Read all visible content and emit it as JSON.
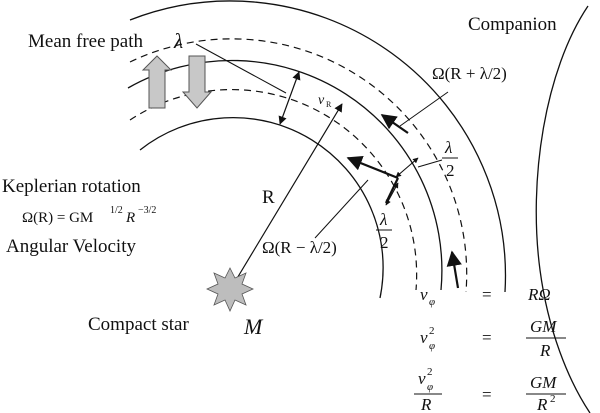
{
  "labels": {
    "mean_free_path": "Mean free path",
    "lambda": "λ",
    "companion": "Companion",
    "keplerian_rotation": "Keplerian rotation",
    "omega_R_lhs": "Ω(R) = GM",
    "omega_R_exp1": "1/2",
    "omega_R_mid": "R",
    "omega_R_exp2": "−3/2",
    "angular_velocity": "Angular Velocity",
    "radius": "R",
    "compact_star": "Compact star",
    "mass": "M",
    "v_R": "v",
    "v_R_sub": "R",
    "omega_plus": "Ω(R + λ/2)",
    "omega_minus": "Ω(R − λ/2)",
    "lambda_half_num": "λ",
    "lambda_half_den": "2"
  },
  "equations": {
    "eq1_lhs": "v",
    "eq1_sub": "φ",
    "eq1_eq": "=",
    "eq1_rhs": "RΩ",
    "eq2_lhs": "v",
    "eq2_sup": "2",
    "eq2_sub": "φ",
    "eq2_eq": "=",
    "eq2_num": "GM",
    "eq2_den": "R",
    "eq3_lhs_num": "v",
    "eq3_lhs_sup": "2",
    "eq3_lhs_sub": "φ",
    "eq3_lhs_den": "R",
    "eq3_eq": "=",
    "eq3_num": "GM",
    "eq3_den": "R",
    "eq3_den_sup": "2"
  },
  "colors": {
    "stroke": "#111111",
    "arrow_fill": "#c8c8c8",
    "star_fill": "#bdbdbd"
  },
  "icons": [
    "up-arrow-icon",
    "down-arrow-icon",
    "compact-star-icon"
  ]
}
